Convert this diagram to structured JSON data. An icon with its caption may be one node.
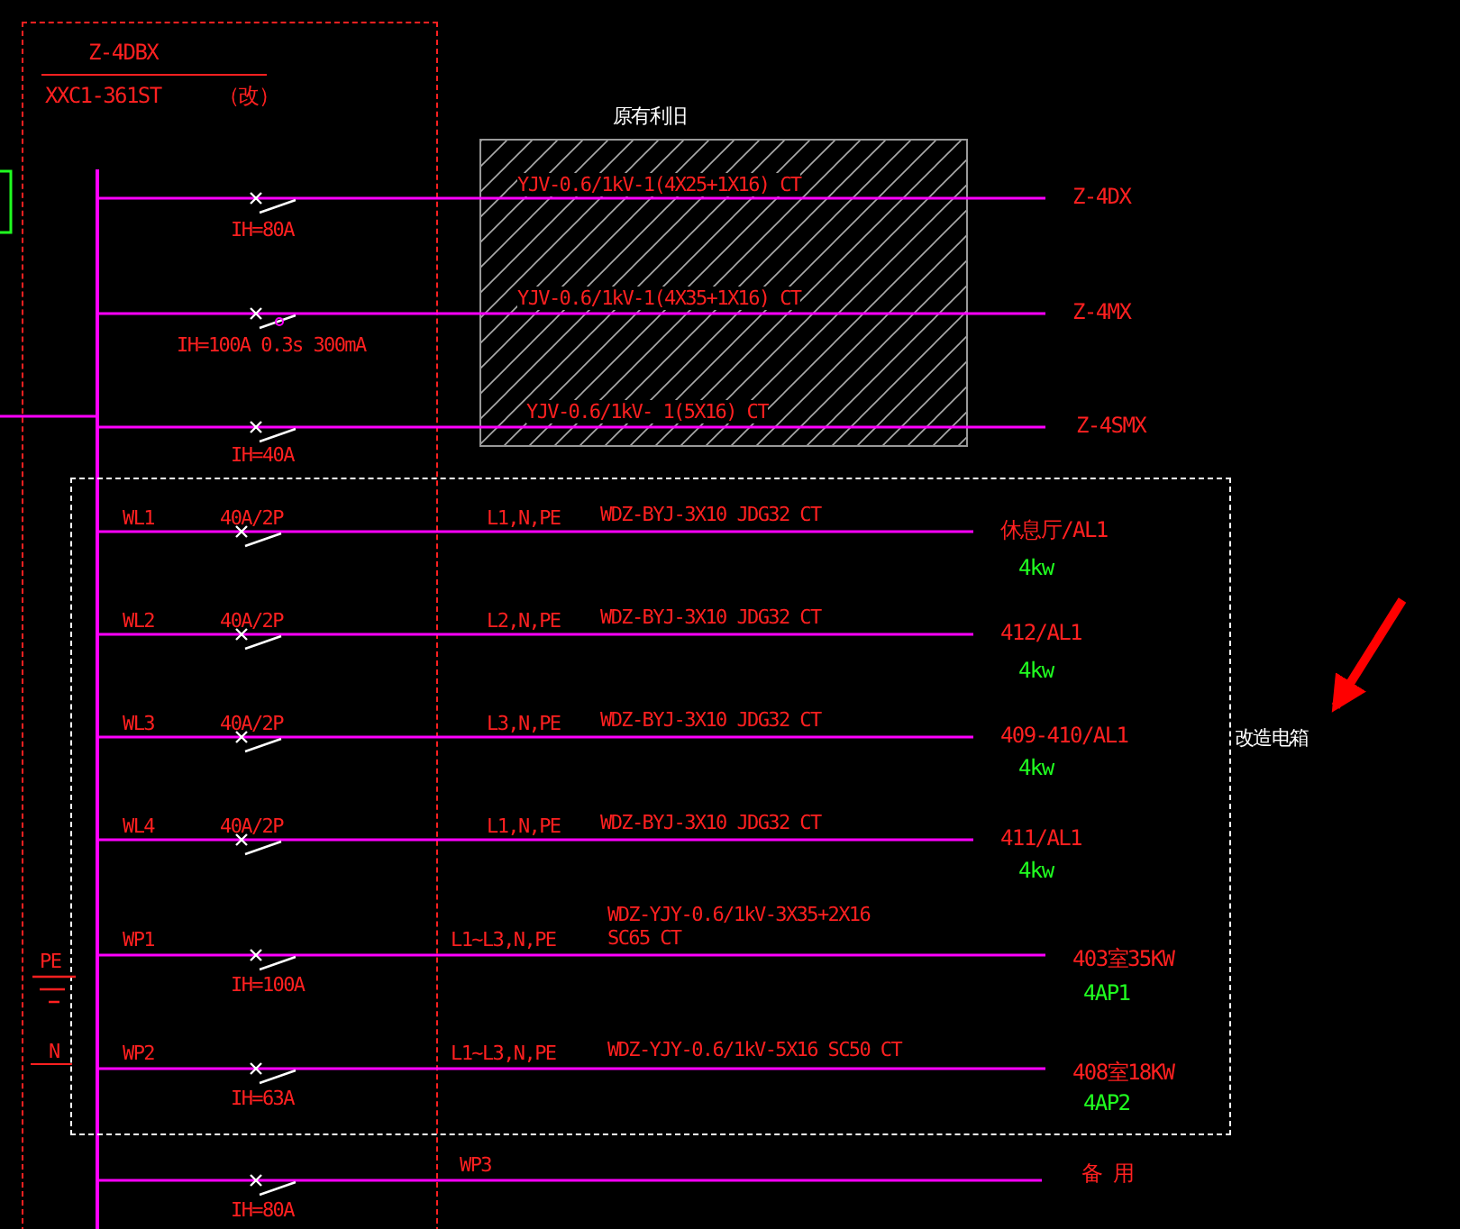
{
  "diagram": {
    "nodes": [
      {
        "text": [
          "Z-4DBX",
          "XXC1-361ST",
          "（改）"
        ]
      },
      {
        "text": [
          "改造电箱"
        ]
      },
      {
        "text": [],
        "shape": "bar",
        "in": 0
      },
      {
        "text": [
          "Z-4DX"
        ]
      },
      {
        "text": [
          "Z-4MX"
        ]
      },
      {
        "text": [
          "Z-4SMX"
        ]
      },
      {
        "text": [
          "休息厅/AL1"
        ],
        "beside": [
          "4kw"
        ],
        "in": 1
      },
      {
        "text": [
          "412/AL1"
        ],
        "beside": [
          "4kw"
        ],
        "in": 1
      },
      {
        "text": [
          "409-410/AL1"
        ],
        "beside": [
          "4kw"
        ],
        "in": 1
      },
      {
        "text": [
          "411/AL1"
        ],
        "beside": [
          "4kw"
        ],
        "in": 1
      },
      {
        "text": [
          "403室35KW"
        ],
        "beside": [
          "4AP1"
        ],
        "in": 1
      },
      {
        "text": [
          "408室18KW"
        ],
        "beside": [
          "4AP2"
        ],
        "in": 1
      },
      {
        "text": [
          "备 用"
        ]
      }
    ],
    "edges": [
      {
        "from": 2,
        "to": 3,
        "arrow": "none",
        "label": "YJV-0.6/1kV-1(4X25+1X16) CT"
      },
      {
        "from": 2,
        "to": 4,
        "arrow": "none",
        "label": "YJV-0.6/1kV-1(4X35+1X16) CT"
      },
      {
        "from": 2,
        "to": 5,
        "arrow": "none",
        "label": "YJV-0.6/1kV- 1(5X16) CT"
      },
      {
        "from": 2,
        "to": 6,
        "arrow": "none",
        "label": "WDZ-BYJ-3X10 JDG32 CT"
      },
      {
        "from": 2,
        "to": 7,
        "arrow": "none",
        "label": "WDZ-BYJ-3X10 JDG32 CT"
      },
      {
        "from": 2,
        "to": 8,
        "arrow": "none",
        "label": "WDZ-BYJ-3X10 JDG32 CT"
      },
      {
        "from": 2,
        "to": 9,
        "arrow": "none",
        "label": "WDZ-BYJ-3X10 JDG32 CT"
      },
      {
        "from": 2,
        "to": 10,
        "arrow": "none",
        "label": "WDZ-YJY-0.6/1kV-3X35+2X16 SC65 CT"
      },
      {
        "from": 2,
        "to": 11,
        "arrow": "none",
        "label": "WDZ-YJY-0.6/1kV-5X16 SC50 CT"
      },
      {
        "from": 2,
        "to": 12,
        "arrow": "none"
      },
      {
        "from": null,
        "to": 2,
        "arrow": "none"
      },
      {
        "from": null,
        "to": 1,
        "arrow": "to",
        "style": "thick",
        "color": "#ff0000"
      }
    ],
    "labels": [
      "原有利旧",
      "IH=80A",
      "IH=100A 0.3s 300mA",
      "IH=40A",
      "WL1",
      "40A/2P",
      "L1,N,PE",
      "WL2",
      "40A/2P",
      "L2,N,PE",
      "WL3",
      "40A/2P",
      "L3,N,PE",
      "WL4",
      "40A/2P",
      "L1,N,PE",
      "WP1",
      "L1~L3,N,PE",
      "IH=100A",
      "WP2",
      "L1~L3,N,PE",
      "IH=63A",
      "WP3",
      "IH=80A",
      "PE",
      "N"
    ]
  }
}
